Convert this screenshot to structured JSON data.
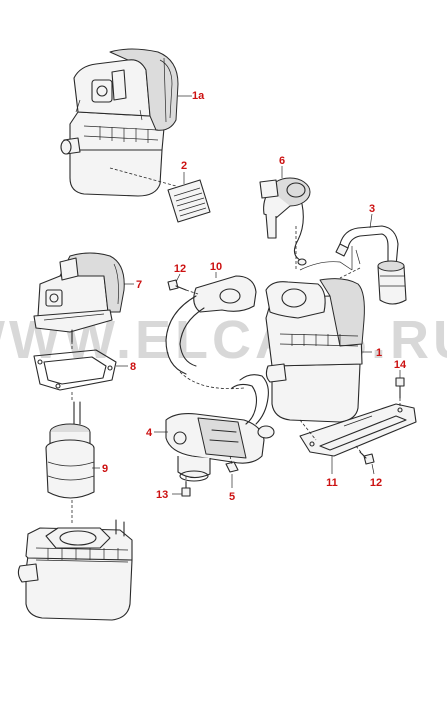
{
  "watermark": "WWW.ELCATS.RU",
  "callouts": [
    {
      "id": "1a",
      "text": "1a"
    },
    {
      "id": "2",
      "text": "2"
    },
    {
      "id": "6",
      "text": "6"
    },
    {
      "id": "3",
      "text": "3"
    },
    {
      "id": "7",
      "text": "7"
    },
    {
      "id": "12a",
      "text": "12"
    },
    {
      "id": "10",
      "text": "10"
    },
    {
      "id": "1",
      "text": "1"
    },
    {
      "id": "8",
      "text": "8"
    },
    {
      "id": "14",
      "text": "14"
    },
    {
      "id": "4",
      "text": "4"
    },
    {
      "id": "9",
      "text": "9"
    },
    {
      "id": "13",
      "text": "13"
    },
    {
      "id": "5",
      "text": "5"
    },
    {
      "id": "11",
      "text": "11"
    },
    {
      "id": "12b",
      "text": "12"
    }
  ]
}
